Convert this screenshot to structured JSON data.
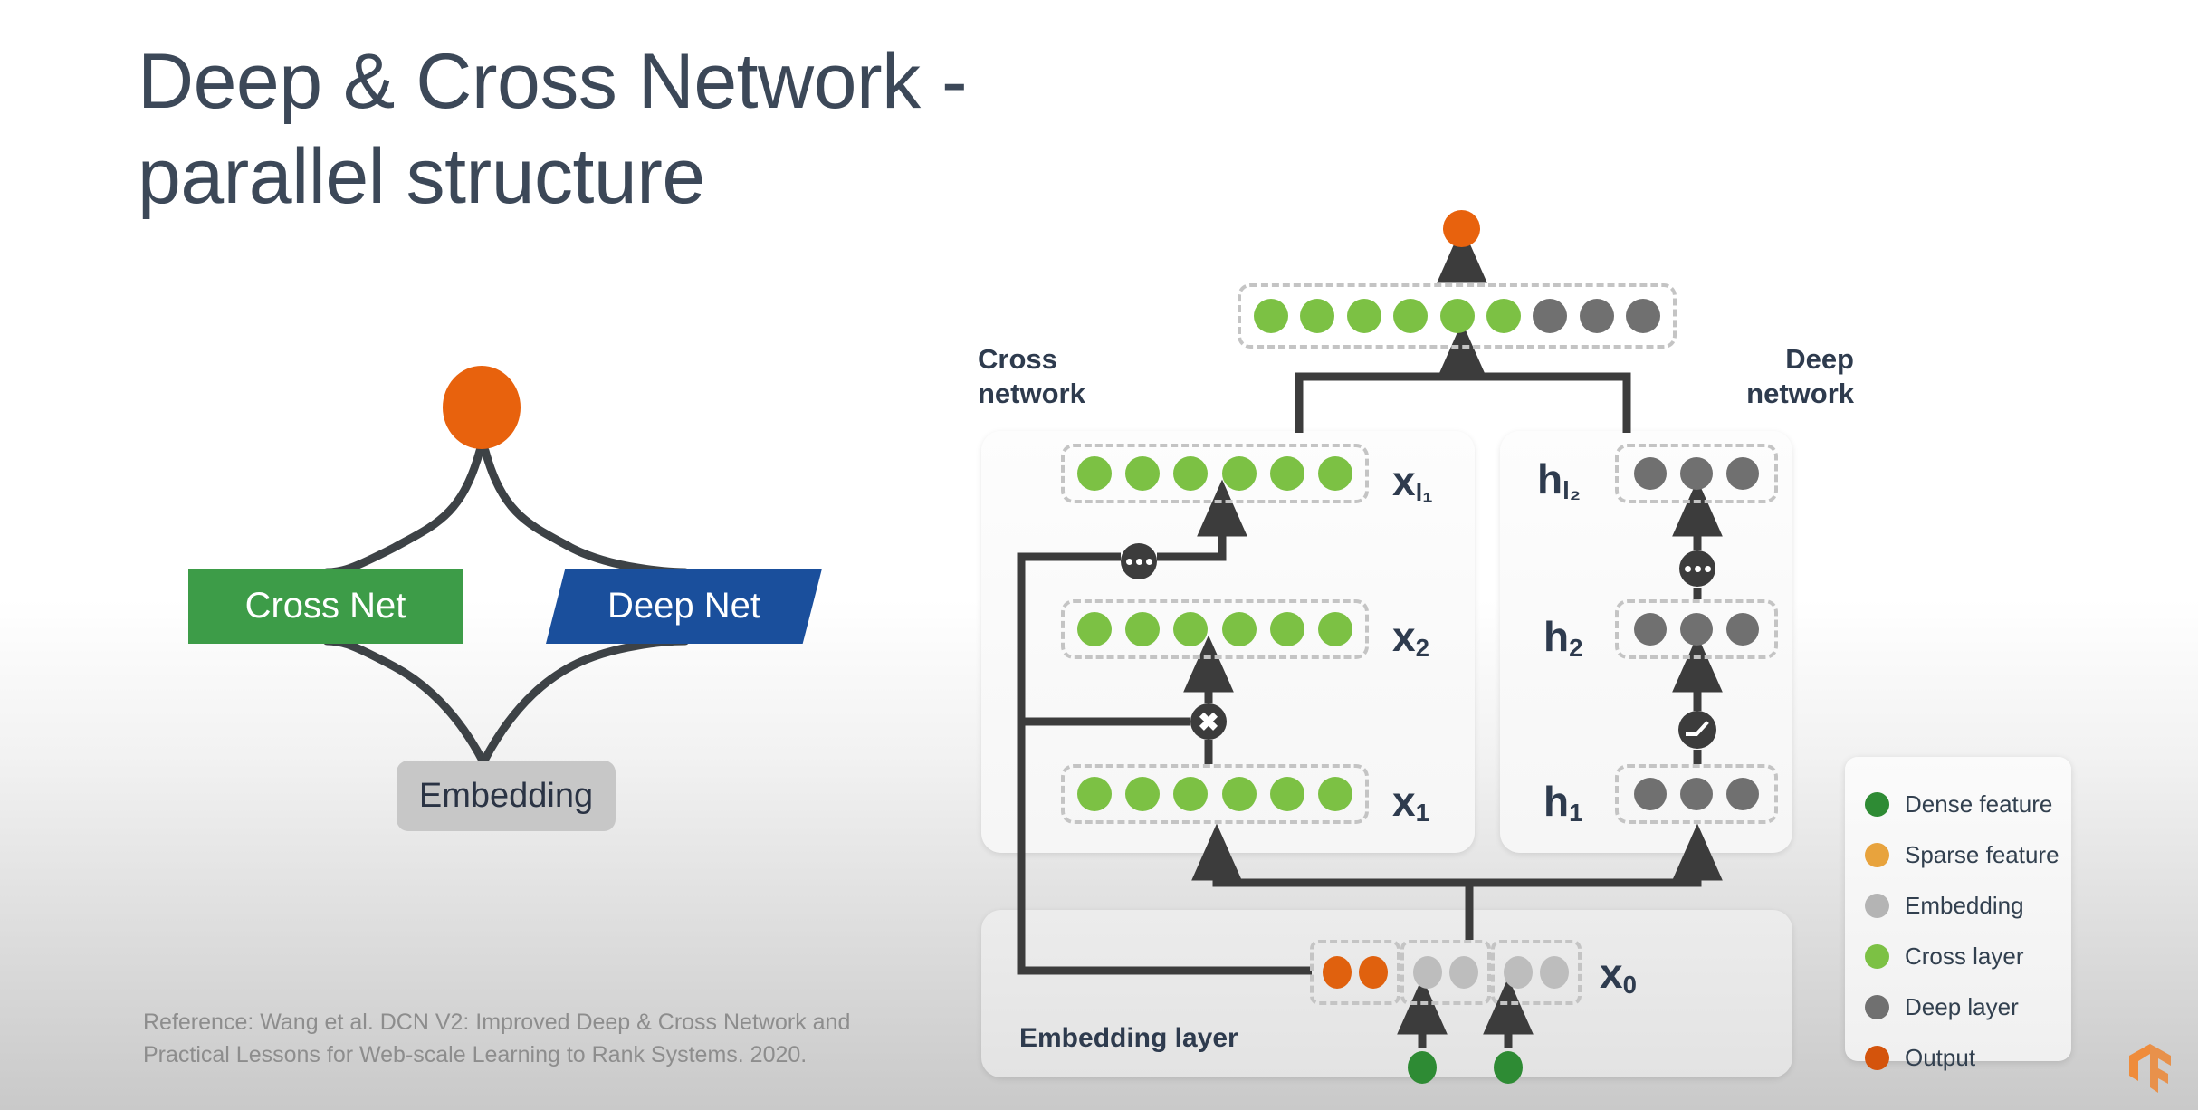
{
  "title": "Deep & Cross Network -\nparallel structure",
  "reference": "Reference: Wang et al. DCN V2: Improved Deep & Cross Network and\nPractical Lessons for Web-scale Learning to Rank Systems. 2020.",
  "left_schematic": {
    "output_node": "output-node",
    "cross_net_label": "Cross Net",
    "deep_net_label": "Deep Net",
    "embedding_label": "Embedding",
    "colors": {
      "cross_net": "#3d9c48",
      "deep_net": "#1a4f9c",
      "embedding": "#c7c7c7",
      "output": "#e8620d",
      "connector": "#3d4246"
    }
  },
  "diagram": {
    "cross_network_label": "Cross\nnetwork",
    "deep_network_label": "Deep\nnetwork",
    "embedding_layer_label": "Embedding layer",
    "concat_layer": {
      "name": "concat-layer",
      "cross_units": 6,
      "deep_units": 3
    },
    "output": {
      "name": "output-node",
      "color": "#e8620d"
    },
    "cross_rows": [
      {
        "tag": "x",
        "sub": "l₁",
        "units": 6
      },
      {
        "tag": "x",
        "sub": "2",
        "units": 6
      },
      {
        "tag": "x",
        "sub": "1",
        "units": 6
      }
    ],
    "deep_rows": [
      {
        "tag": "h",
        "sub": "l₂",
        "units": 3
      },
      {
        "tag": "h",
        "sub": "2",
        "units": 3
      },
      {
        "tag": "h",
        "sub": "1",
        "units": 3
      }
    ],
    "embedding": {
      "tag": "x",
      "sub": "0",
      "groups": [
        {
          "name": "sparse-group",
          "color": "#e0610e",
          "units": 2
        },
        {
          "name": "embedding-group-1",
          "color": "#bdbdbd",
          "units": 2
        },
        {
          "name": "embedding-group-2",
          "color": "#bdbdbd",
          "units": 2
        }
      ],
      "dense_features": 2,
      "dense_color": "#2e8b34"
    },
    "operators": {
      "cross_ellipsis": "ellipsis-operator",
      "cross_multiply": "cross-multiply-operator",
      "deep_ellipsis": "ellipsis-operator",
      "deep_activation": "relu-activation-operator"
    }
  },
  "legend": {
    "items": [
      {
        "label": "Dense feature",
        "color": "#2e8b34"
      },
      {
        "label": "Sparse feature",
        "color": "#e8a33d"
      },
      {
        "label": "Embedding",
        "color": "#b4b4b4"
      },
      {
        "label": "Cross layer",
        "color": "#7cc144"
      },
      {
        "label": "Deep layer",
        "color": "#707070"
      },
      {
        "label": "Output",
        "color": "#d4540c"
      }
    ]
  },
  "branding": {
    "logo": "tensorflow-logo",
    "color": "#e8914b"
  }
}
